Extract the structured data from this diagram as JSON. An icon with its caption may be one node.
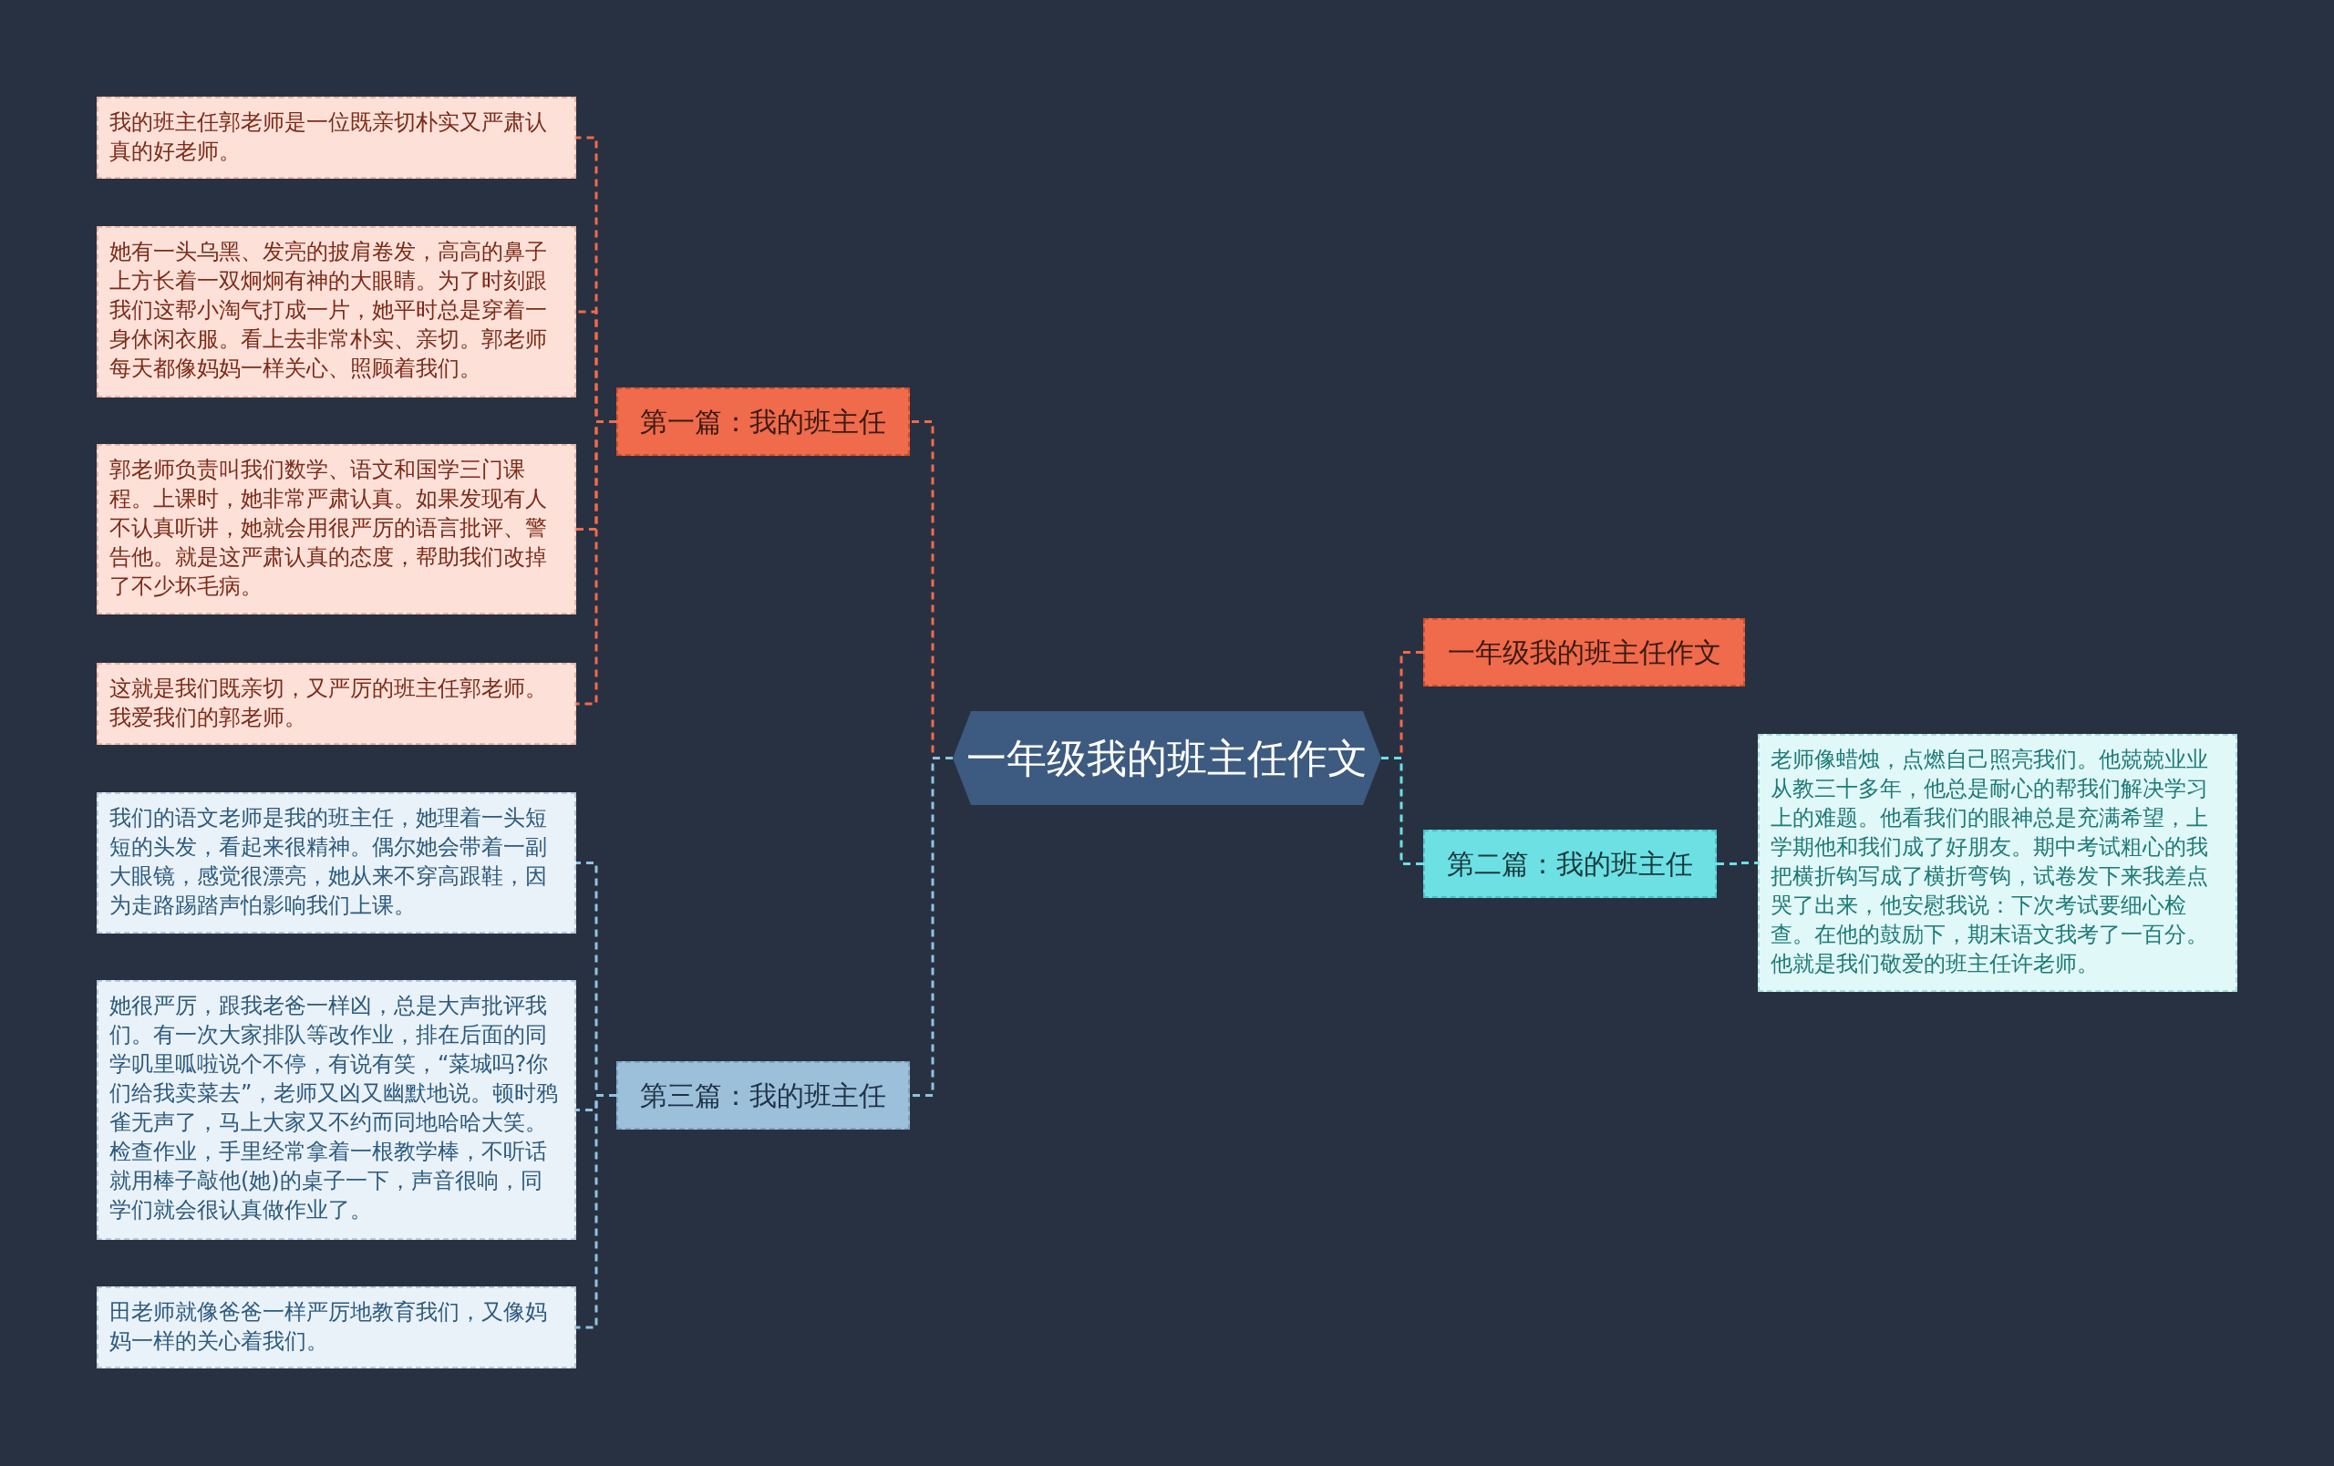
{
  "diagram": {
    "nodes": [
      {
        "text": [
          "一年级我的班主任作文"
        ]
      },
      {
        "text": [
          "第一篇：我的班主任"
        ]
      },
      {
        "text": [
          "我的班主任郭老师是一位既亲切朴实又严肃认真的好老师。"
        ]
      },
      {
        "text": [
          "她有一头乌黑、发亮的披肩卷发，高高的鼻子上方长着一双炯炯有神的大眼睛。为了时刻跟我们这帮小淘气打成一片，她平时总是穿着一身休闲衣服。看上去非常朴实、亲切。郭老师每天都像妈妈一样关心、照顾着我们。"
        ]
      },
      {
        "text": [
          "郭老师负责叫我们数学、语文和国学三门课程。上课时，她非常严肃认真。如果发现有人不认真听讲，她就会用很严厉的语言批评、警告他。就是这严肃认真的态度，帮助我们改掉了不少坏毛病。"
        ]
      },
      {
        "text": [
          "这就是我们既亲切，又严厉的班主任郭老师。我爱我们的郭老师。"
        ]
      },
      {
        "text": [
          "第三篇：我的班主任"
        ]
      },
      {
        "text": [
          "我们的语文老师是我的班主任，她理着一头短短的头发，看起来很精神。偶尔她会带着一副大眼镜，感觉很漂亮，她从来不穿高跟鞋，因为走路踢踏声怕影响我们上课。"
        ]
      },
      {
        "text": [
          "她很严厉，跟我老爸一样凶，总是大声批评我们。有一次大家排队等改作业，排在后面的同学叽里呱啦说个不停，有说有笑，“菜城吗?你们给我卖菜去”，老师又凶又幽默地说。顿时鸦雀无声了，马上大家又不约而同地哈哈大笑。检查作业，手里经常拿着一根教学棒，不听话就用棒子敲他(她)的桌子一下，声音很响，同学们就会很认真做作业了。"
        ]
      },
      {
        "text": [
          "田老师就像爸爸一样严厉地教育我们，又像妈妈一样的关心着我们。"
        ]
      },
      {
        "text": [
          "一年级我的班主任作文"
        ]
      },
      {
        "text": [
          "第二篇：我的班主任"
        ]
      },
      {
        "text": [
          "老师像蜡烛，点燃自己照亮我们。他兢兢业业从教三十多年，他总是耐心的帮我们解决学习上的难题。他看我们的眼神总是充满希望，上学期他和我们成了好朋友。期中考试粗心的我把横折钩写成了横折弯钩，试卷发下来我差点哭了出来，他安慰我说：下次考试要细心检查。在他的鼓励下，期末语文我考了一百分。他就是我们敬爱的班主任许老师。"
        ]
      }
    ],
    "edges": [
      {
        "from": 0,
        "to": 1,
        "arrow": "none"
      },
      {
        "from": 1,
        "to": 2,
        "arrow": "none"
      },
      {
        "from": 1,
        "to": 3,
        "arrow": "none"
      },
      {
        "from": 1,
        "to": 4,
        "arrow": "none"
      },
      {
        "from": 1,
        "to": 5,
        "arrow": "none"
      },
      {
        "from": 0,
        "to": 6,
        "arrow": "none",
        "color": "#8fc3e0"
      },
      {
        "from": 6,
        "to": 7,
        "arrow": "none",
        "color": "#8fc3e0"
      },
      {
        "from": 6,
        "to": 8,
        "arrow": "none",
        "color": "#8fc3e0"
      },
      {
        "from": 6,
        "to": 9,
        "arrow": "none",
        "color": "#8fc3e0"
      },
      {
        "from": 0,
        "to": 10,
        "arrow": "none"
      },
      {
        "from": 0,
        "to": 11,
        "arrow": "none",
        "color": "#6de0e4"
      },
      {
        "from": 11,
        "to": 12,
        "arrow": "none",
        "color": "#6de0e4"
      }
    ]
  }
}
